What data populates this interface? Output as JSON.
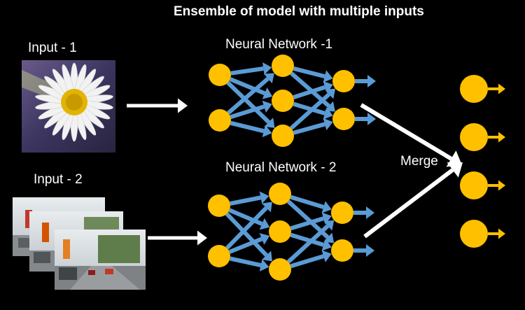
{
  "title": "Ensemble of model with multiple inputs",
  "inputs": [
    {
      "label": "Input - 1",
      "image": "daisy-flower-photo"
    },
    {
      "label": "Input - 2",
      "image": "street-scene-frames"
    }
  ],
  "networks": [
    {
      "label": "Neural Network -1",
      "layers": [
        2,
        3,
        2
      ]
    },
    {
      "label": "Neural Network - 2",
      "layers": [
        2,
        3,
        2
      ]
    }
  ],
  "merge_label": "Merge",
  "output_count": 4,
  "colors": {
    "background": "#000000",
    "node": "#FFC000",
    "edge": "#5B9BD5",
    "arrow": "#FFFFFF",
    "output_arrow": "#FFC000"
  }
}
